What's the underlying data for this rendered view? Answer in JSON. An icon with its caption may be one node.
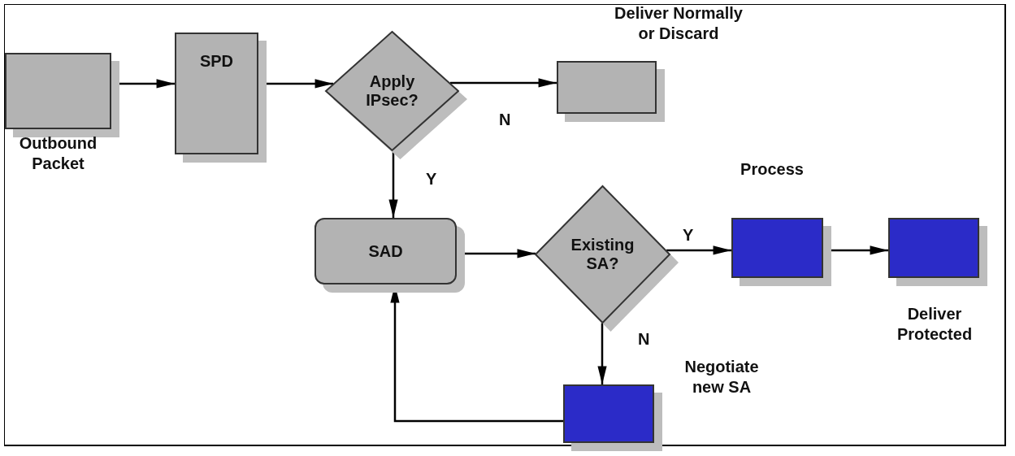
{
  "diagram": {
    "nodes": [
      {
        "text": [],
        "shape": "box",
        "beside": [
          "Outbound Packet"
        ]
      },
      {
        "text": [
          "SPD"
        ]
      },
      {
        "text": [
          "Apply IPsec?"
        ]
      },
      {
        "text": [],
        "shape": "box",
        "beside": [
          "Deliver Normally or Discard"
        ]
      },
      {
        "text": [
          "SAD"
        ]
      },
      {
        "text": [
          "Existing SA?"
        ]
      },
      {
        "text": [],
        "shape": "box",
        "beside": [
          "Process"
        ]
      },
      {
        "text": [],
        "shape": "box",
        "beside": [
          "Deliver Protected"
        ]
      },
      {
        "text": [],
        "shape": "box",
        "beside": [
          "Negotiate new SA"
        ]
      }
    ],
    "edges": [
      {
        "from": 0,
        "to": 1,
        "arrow": "to"
      },
      {
        "from": 1,
        "to": 2,
        "arrow": "to"
      },
      {
        "from": 2,
        "to": 3,
        "arrow": "to",
        "label": "N"
      },
      {
        "from": 2,
        "to": 4,
        "arrow": "to",
        "label": "Y"
      },
      {
        "from": 4,
        "to": 5,
        "arrow": "to"
      },
      {
        "from": 5,
        "to": 6,
        "arrow": "to",
        "label": "Y"
      },
      {
        "from": 6,
        "to": 7,
        "arrow": "to"
      },
      {
        "from": 5,
        "to": 8,
        "arrow": "to",
        "label": "N"
      },
      {
        "from": 8,
        "to": 4,
        "arrow": "to"
      }
    ]
  }
}
